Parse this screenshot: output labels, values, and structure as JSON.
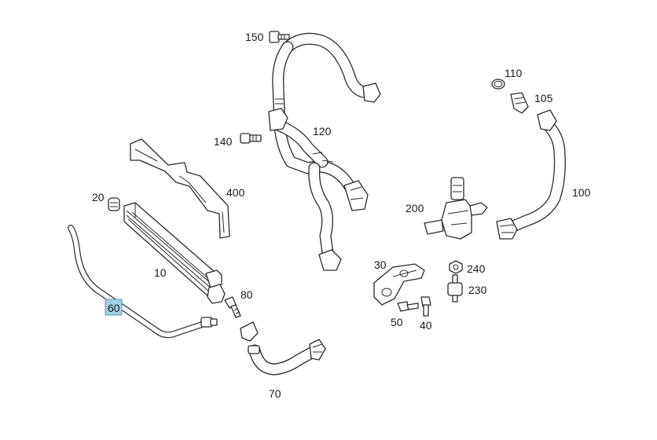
{
  "colors": {
    "line": "#2a2a2a",
    "highlight": "#9fcfe0",
    "background": "#ffffff"
  },
  "labels": {
    "p10": "10",
    "p20": "20",
    "p30": "30",
    "p40": "40",
    "p50": "50",
    "p60": "60",
    "p70": "70",
    "p80": "80",
    "p100": "100",
    "p105": "105",
    "p110": "110",
    "p120": "120",
    "p140": "140",
    "p150": "150",
    "p200": "200",
    "p230": "230",
    "p240": "240",
    "p400": "400"
  },
  "highlighted_part": "60"
}
